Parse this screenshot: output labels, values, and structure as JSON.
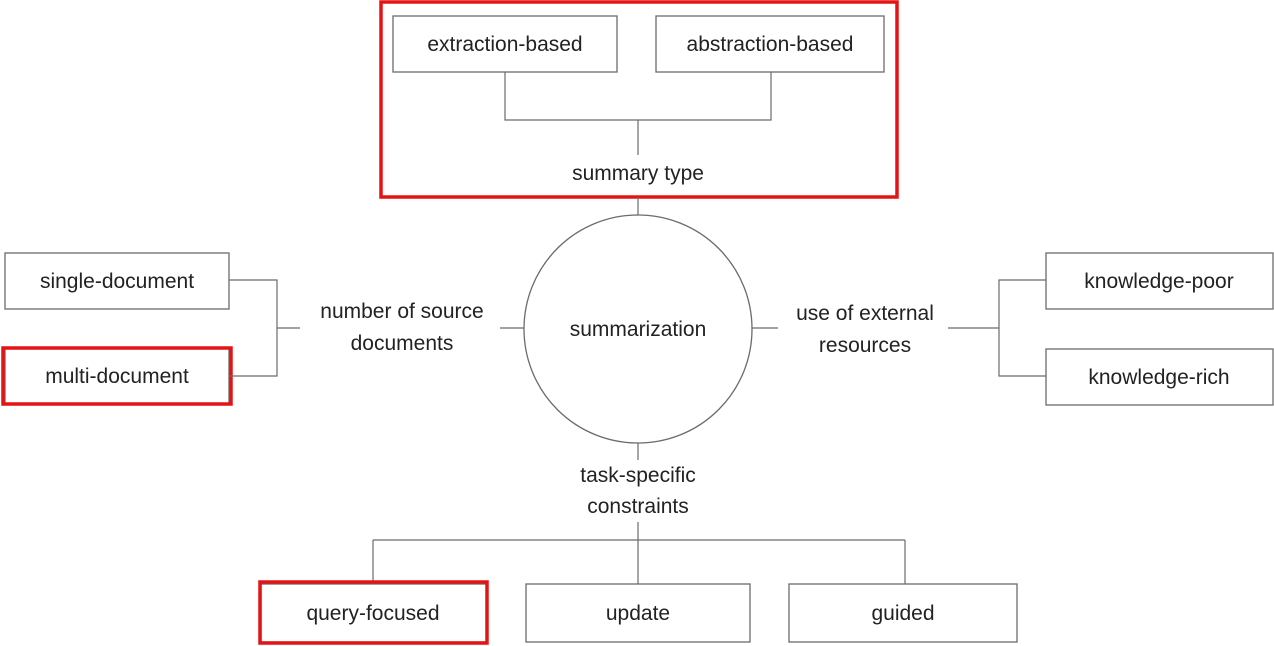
{
  "center": {
    "label": "summarization"
  },
  "branches": {
    "top": {
      "label": "summary type",
      "options": [
        "extraction-based",
        "abstraction-based"
      ]
    },
    "left": {
      "label_lines": [
        "number of source",
        "documents"
      ],
      "options": [
        "single-document",
        "multi-document"
      ]
    },
    "right": {
      "label_lines": [
        "use of external",
        "resources"
      ],
      "options": [
        "knowledge-poor",
        "knowledge-rich"
      ]
    },
    "bottom": {
      "label_lines": [
        "task-specific",
        "constraints"
      ],
      "options": [
        "query-focused",
        "update",
        "guided"
      ]
    }
  },
  "highlight_color": "#e41414"
}
